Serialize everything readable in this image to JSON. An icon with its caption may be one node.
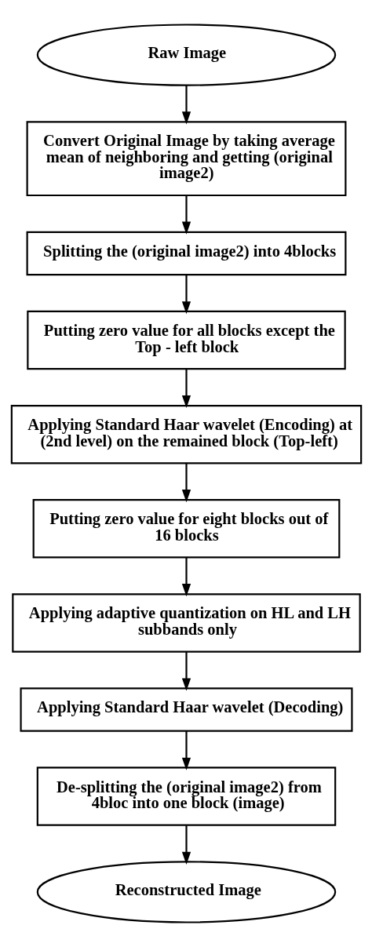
{
  "diagram": {
    "nodes": [
      {
        "text": [
          "Raw Image"
        ]
      },
      {
        "text": [
          "Convert Original Image by taking average mean of neighboring and getting (original image2)"
        ]
      },
      {
        "text": [
          "Splitting the (original image2) into 4blocks"
        ]
      },
      {
        "text": [
          "Putting zero value for all blocks except the Top - left block"
        ]
      },
      {
        "text": [
          "Applying Standard Haar wavelet (Encoding) at (2nd level) on the remained block (Top-left)"
        ]
      },
      {
        "text": [
          "Putting zero value for eight blocks out of 16 blocks"
        ]
      },
      {
        "text": [
          "Applying adaptive quantization on HL and LH subbands only"
        ]
      },
      {
        "text": [
          "Applying Standard Haar wavelet (Decoding)"
        ]
      },
      {
        "text": [
          "De-splitting the (original image2) from 4bloc into one block (image)"
        ]
      },
      {
        "text": [
          "Reconstructed Image"
        ]
      }
    ],
    "edges": [
      {
        "from": 0,
        "to": 1,
        "arrow": "to"
      },
      {
        "from": 1,
        "to": 2,
        "arrow": "to"
      },
      {
        "from": 2,
        "to": 3,
        "arrow": "to"
      },
      {
        "from": 3,
        "to": 4,
        "arrow": "to"
      },
      {
        "from": 4,
        "to": 5,
        "arrow": "to"
      },
      {
        "from": 5,
        "to": 6,
        "arrow": "to"
      },
      {
        "from": 6,
        "to": 7,
        "arrow": "to"
      },
      {
        "from": 7,
        "to": 8,
        "arrow": "to"
      },
      {
        "from": 8,
        "to": 9,
        "arrow": "to"
      }
    ]
  }
}
